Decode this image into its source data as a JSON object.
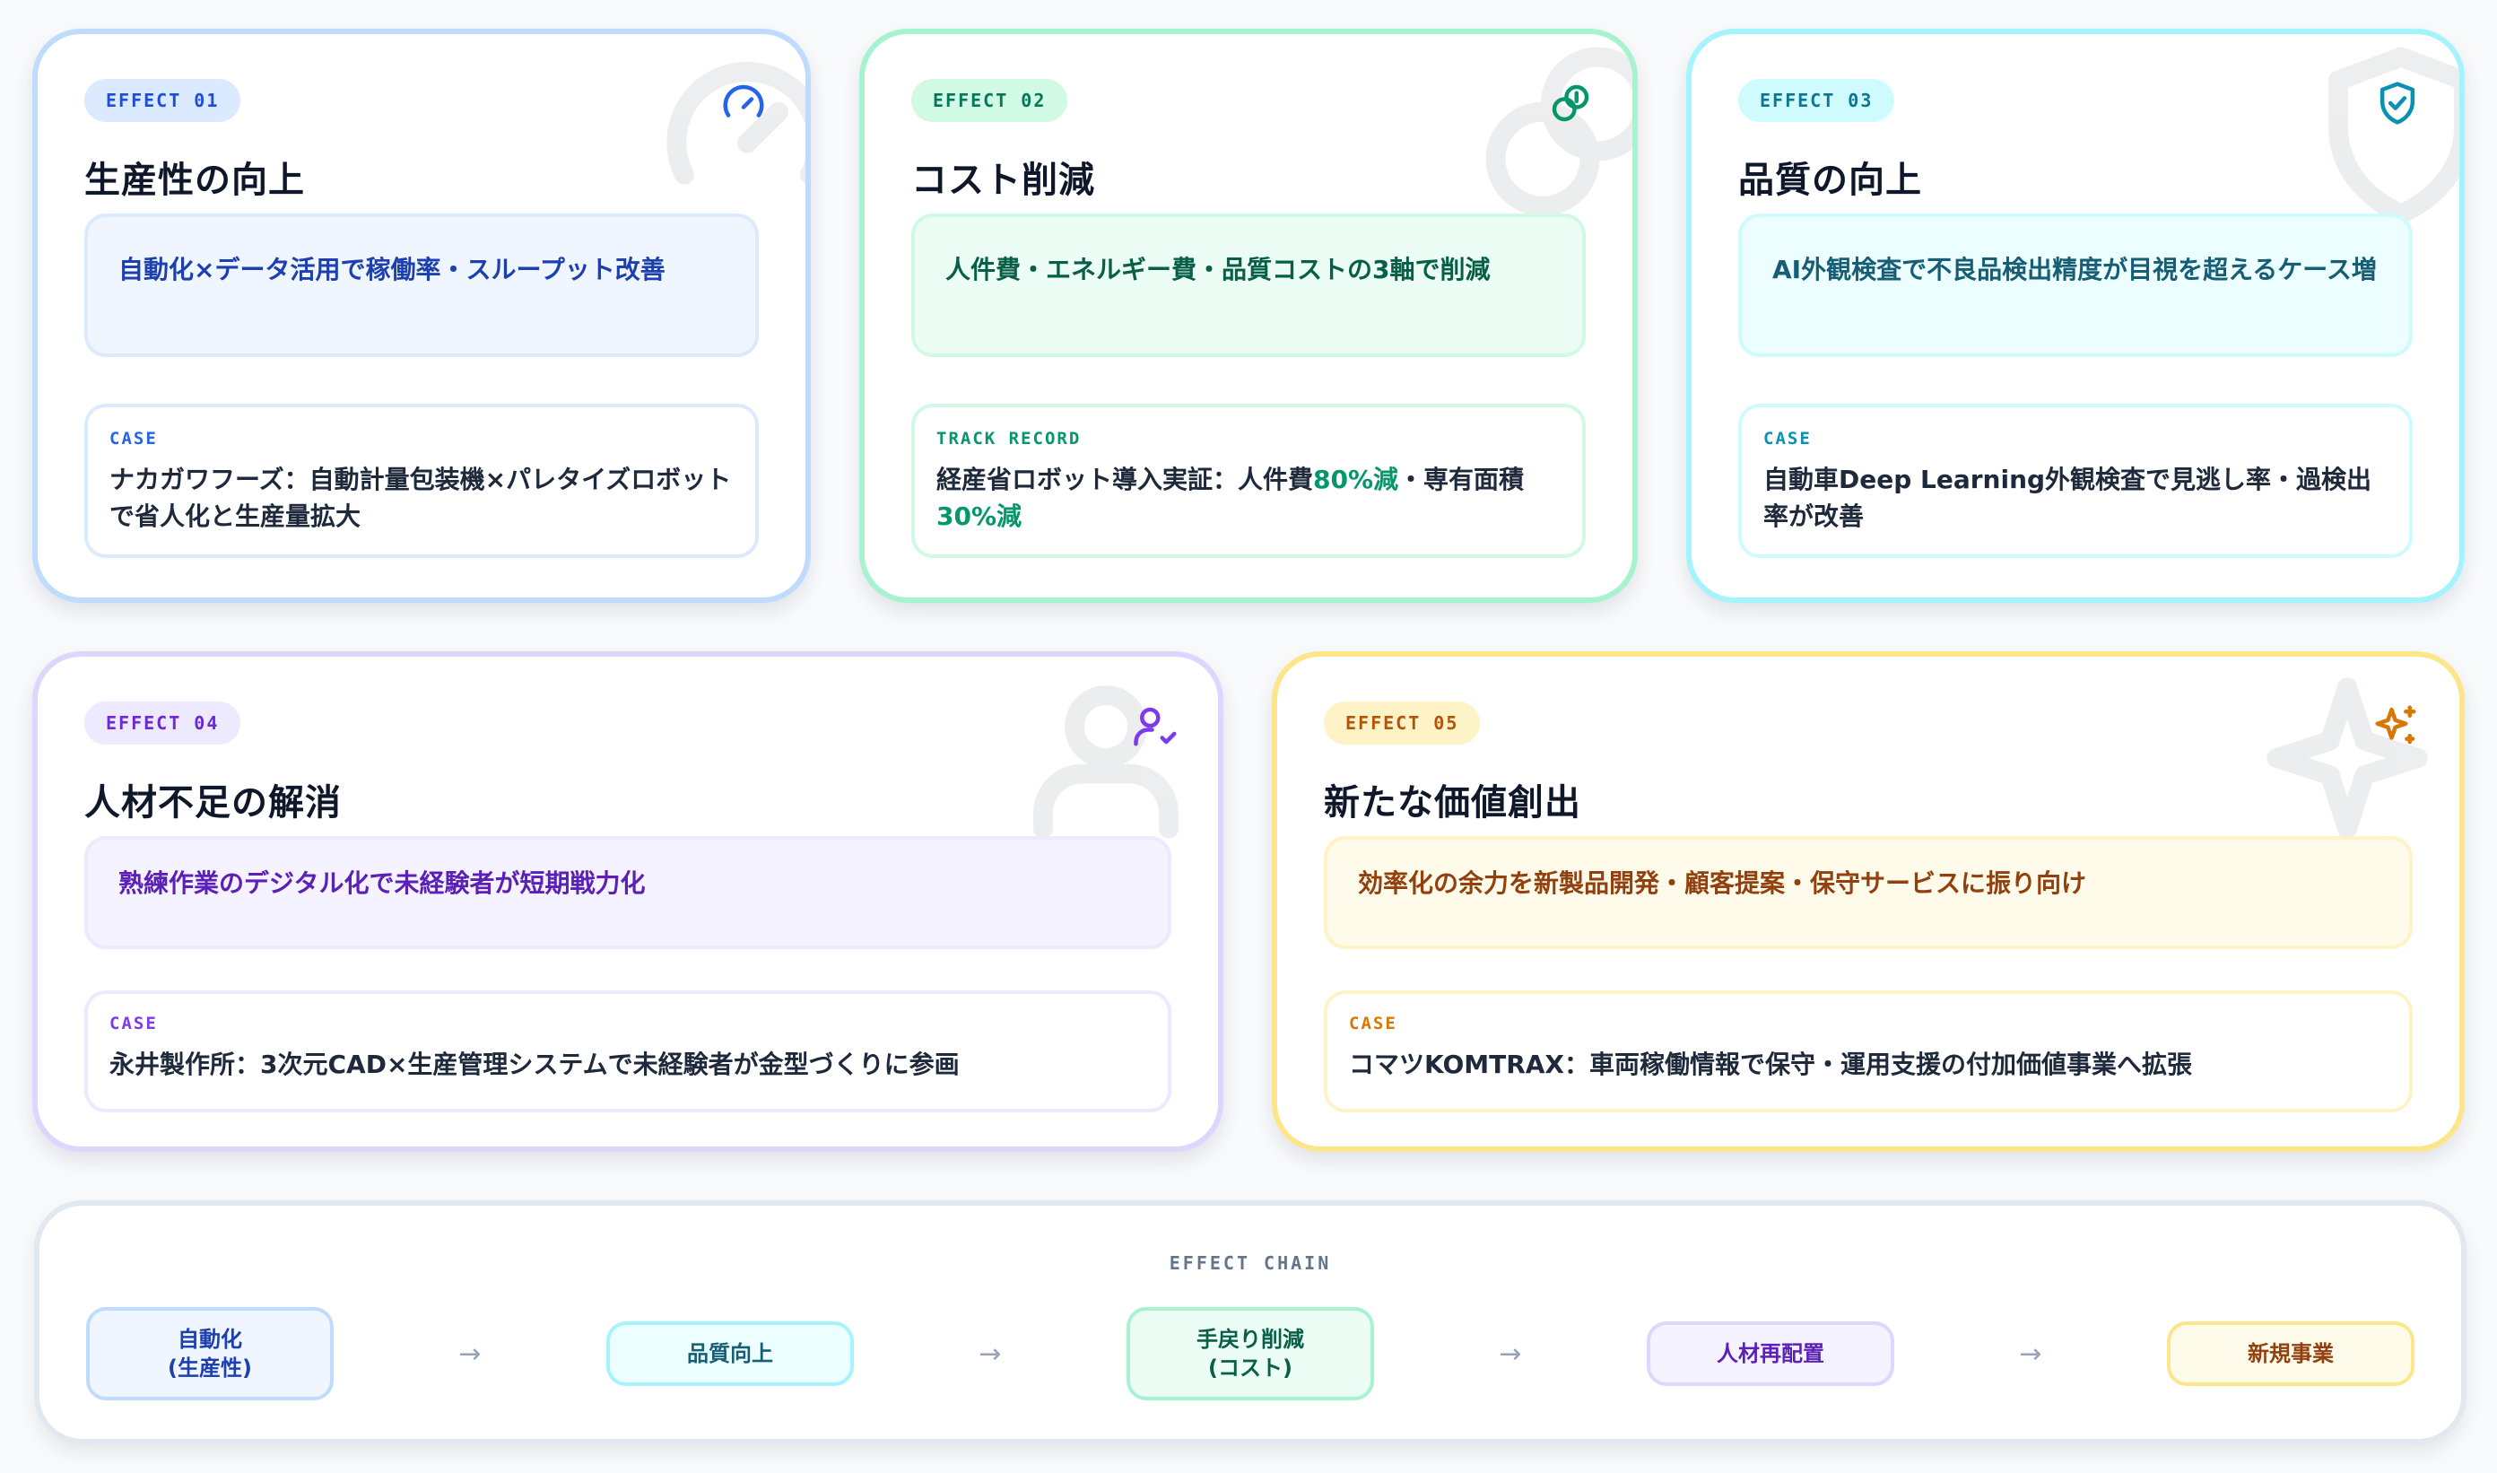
{
  "effects": [
    {
      "badge": "EFFECT 01",
      "title": "生産性の向上",
      "summary": "自動化×データ活用で稼働率・スループット改善",
      "case_label": "CASE",
      "case_text": "ナカガワフーズ：自動計量包装機×パレタイズロボットで省人化と生産量拡大",
      "icon": "gauge-icon",
      "accent": "#3b82f6"
    },
    {
      "badge": "EFFECT 02",
      "title": "コスト削減",
      "summary": "人件費・エネルギー費・品質コストの3軸で削減",
      "case_label": "TRACK RECORD",
      "case_text_parts": [
        "経産省ロボット導入実証：人件費",
        "80%減",
        "・専有面積",
        "30%減"
      ],
      "icon": "coins-icon",
      "accent": "#10b981"
    },
    {
      "badge": "EFFECT 03",
      "title": "品質の向上",
      "summary": "AI外観検査で不良品検出精度が目視を超えるケース増",
      "case_label": "CASE",
      "case_text": "自動車Deep Learning外観検査で見逃し率・過検出率が改善",
      "icon": "shield-check-icon",
      "accent": "#06b6d4"
    },
    {
      "badge": "EFFECT 04",
      "title": "人材不足の解消",
      "summary": "熟練作業のデジタル化で未経験者が短期戦力化",
      "case_label": "CASE",
      "case_text": "永井製作所：3次元CAD×生産管理システムで未経験者が金型づくりに参画",
      "icon": "user-check-icon",
      "accent": "#8b5cf6"
    },
    {
      "badge": "EFFECT 05",
      "title": "新たな価値創出",
      "summary": "効率化の余力を新製品開発・顧客提案・保守サービスに振り向け",
      "case_label": "CASE",
      "case_text": "コマツKOMTRAX：車両稼働情報で保守・運用支援の付加価値事業へ拡張",
      "icon": "sparkles-icon",
      "accent": "#f59e0b"
    }
  ],
  "chain": {
    "title": "EFFECT CHAIN",
    "steps": [
      "自動化\n(生産性)",
      "品質向上",
      "手戻り削減\n(コスト)",
      "人材再配置",
      "新規事業"
    ],
    "arrow": "→"
  }
}
